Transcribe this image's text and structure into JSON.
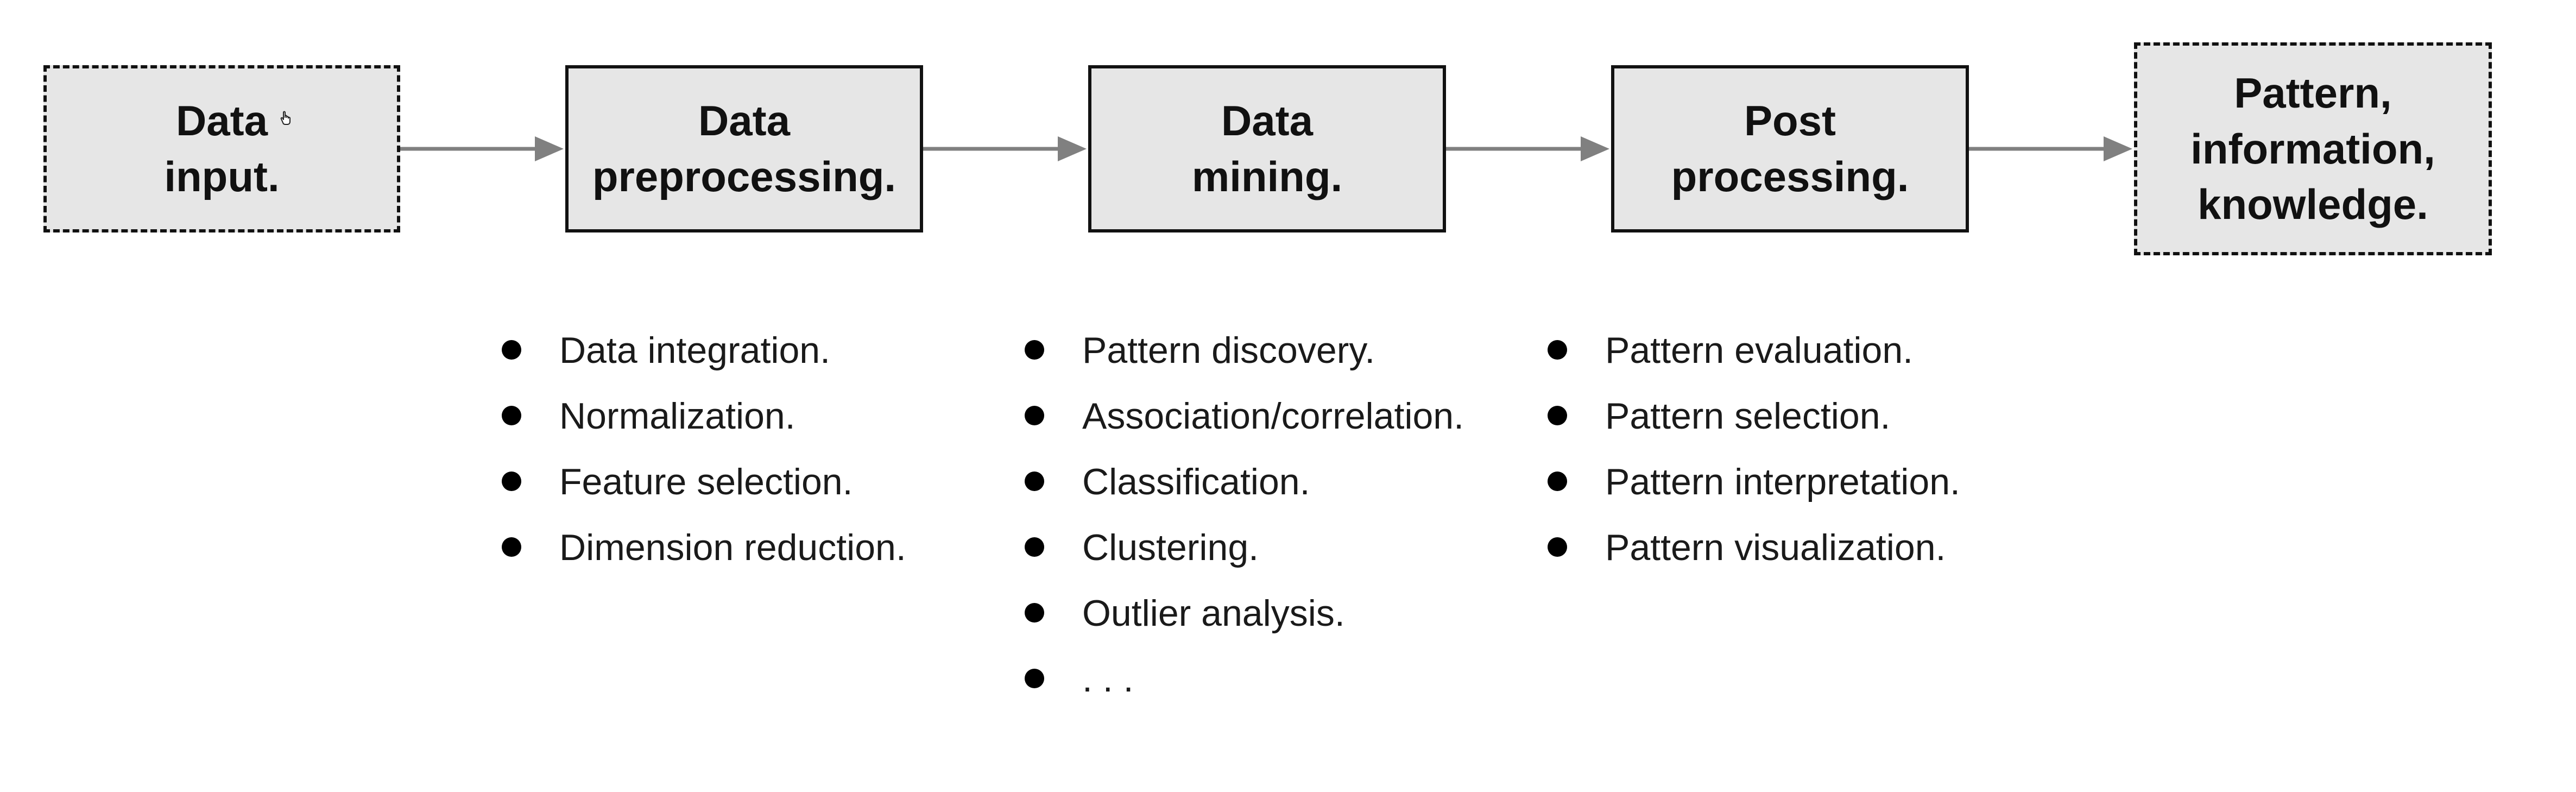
{
  "diagram": {
    "steps": [
      {
        "id": "input",
        "label": "Data\ninput.",
        "style": "dashed"
      },
      {
        "id": "preprocessing",
        "label": "Data\npreprocessing.",
        "style": "solid"
      },
      {
        "id": "mining",
        "label": "Data\nmining.",
        "style": "solid"
      },
      {
        "id": "postprocessing",
        "label": "Post\nprocessing.",
        "style": "solid"
      },
      {
        "id": "output",
        "label": "Pattern,\ninformation,\nknowledge.",
        "style": "dashed"
      }
    ],
    "lists": {
      "preprocessing": [
        "Data integration.",
        "Normalization.",
        "Feature selection.",
        "Dimension reduction."
      ],
      "mining": [
        "Pattern discovery.",
        "Association/correlation.",
        "Classification.",
        "Clustering.",
        "Outlier analysis.",
        ". . ."
      ],
      "postprocessing": [
        "Pattern evaluation.",
        "Pattern selection.",
        "Pattern interpretation.",
        "Pattern visualization."
      ]
    },
    "colors": {
      "box_fill": "#e6e6e6",
      "box_border": "#111111",
      "arrow": "#808080",
      "bullet": "#000000"
    },
    "icons": {
      "cursor": "hand-pointer-icon"
    }
  }
}
